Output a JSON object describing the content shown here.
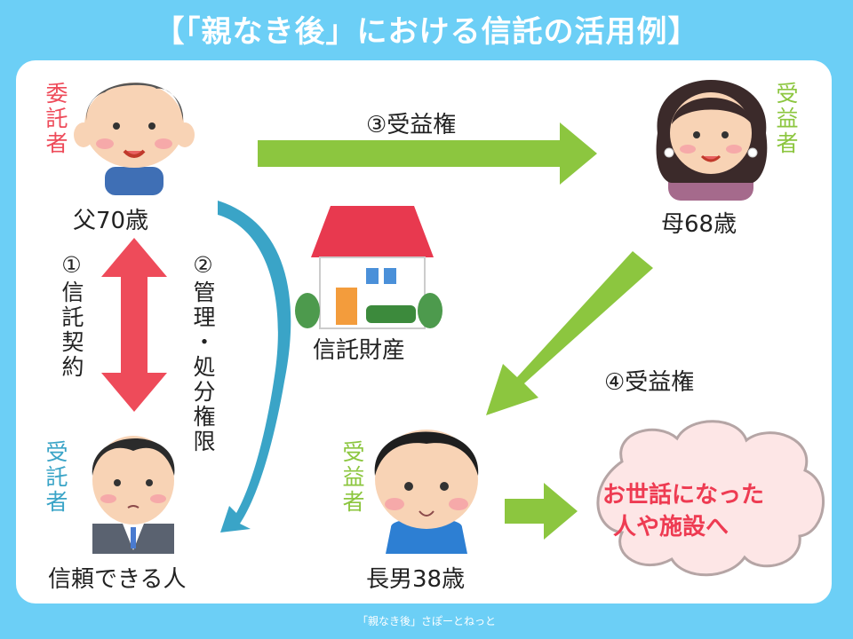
{
  "title": "【「親なき後」における信託の活用例】",
  "footer": "「親なき後」さぽーとねっと",
  "people": {
    "father": "父70歳",
    "mother": "母68歳",
    "trustee": "信頼できる人",
    "son": "長男38歳"
  },
  "roles": {
    "settlor": "委託者",
    "beneficiary_mother": "受益者",
    "trustee": "受託者",
    "beneficiary_son": "受益者"
  },
  "steps": {
    "contract": "①信託契約",
    "manage": "②管理・処分権限",
    "benefit3": "③受益権",
    "benefit4": "④受益権"
  },
  "property": "信託財産",
  "cloud": {
    "line1": "お世話になった",
    "line2": "人や施設へ"
  },
  "colors": {
    "background": "#6ccff6",
    "red": "#ee4b5a",
    "green": "#8cc63f",
    "blue": "#3aa4c7"
  }
}
